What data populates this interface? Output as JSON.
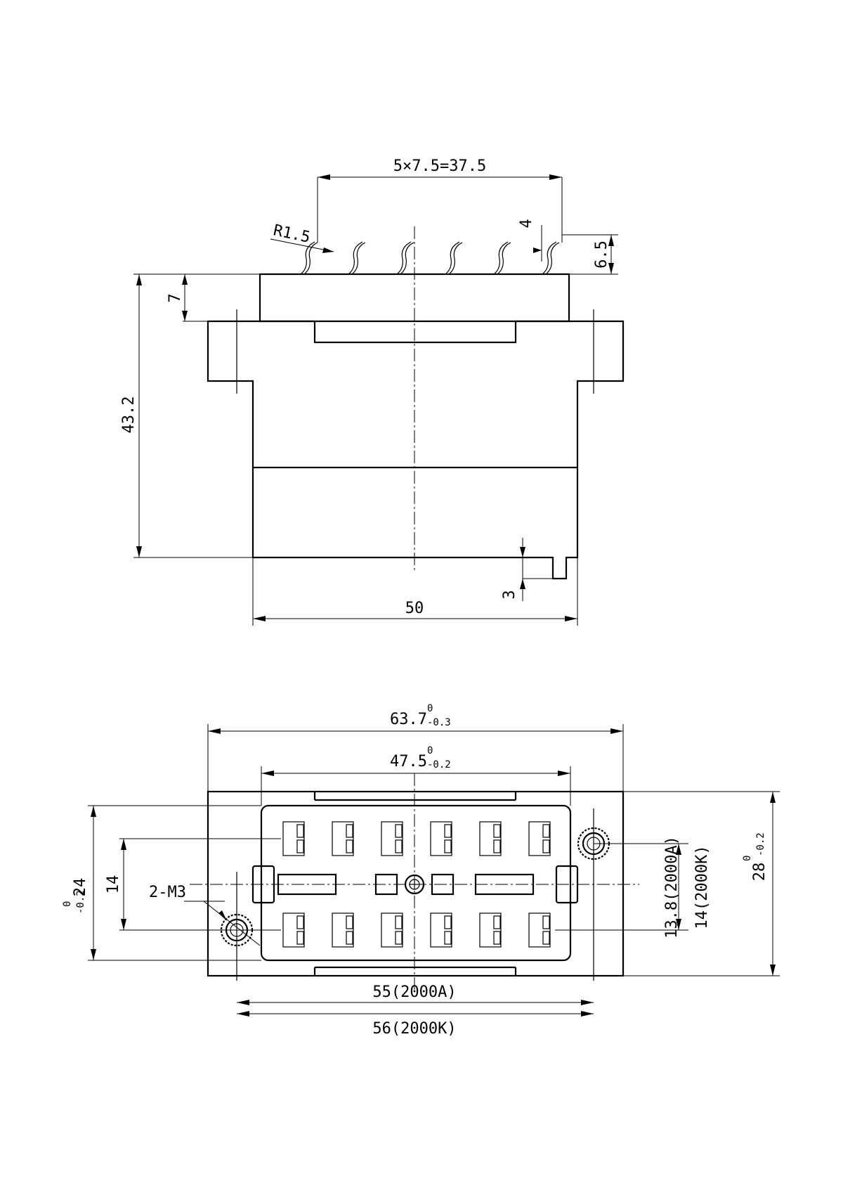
{
  "side_view": {
    "pitch_label": "5×7.5=37.5",
    "radius_label": "R1.5",
    "pin_offset_label": "4",
    "pin_height_label": "6.5",
    "top_step_label": "7",
    "height_label": "43.2",
    "bottom_step_label": "3",
    "width_label": "50"
  },
  "bottom_view": {
    "overall_width_label": "63.7",
    "overall_width_tol_upper": "0",
    "overall_width_tol_lower": "-0.3",
    "inner_width_label": "47.5",
    "inner_width_tol_upper": "0",
    "inner_width_tol_lower": "-0.2",
    "inner_height_label": "24",
    "inner_height_tol_upper": "0",
    "inner_height_tol_lower": "-0.2",
    "row_spacing_label": "14",
    "screw_label": "2-M3",
    "hole_spacing_a_label": "13.8(2000A)",
    "hole_spacing_k_label": "14(2000K)",
    "overall_height_label": "28",
    "overall_height_tol_upper": "0",
    "overall_height_tol_lower": "-0.2",
    "mount_a_label": "55(2000A)",
    "mount_k_label": "56(2000K)"
  }
}
